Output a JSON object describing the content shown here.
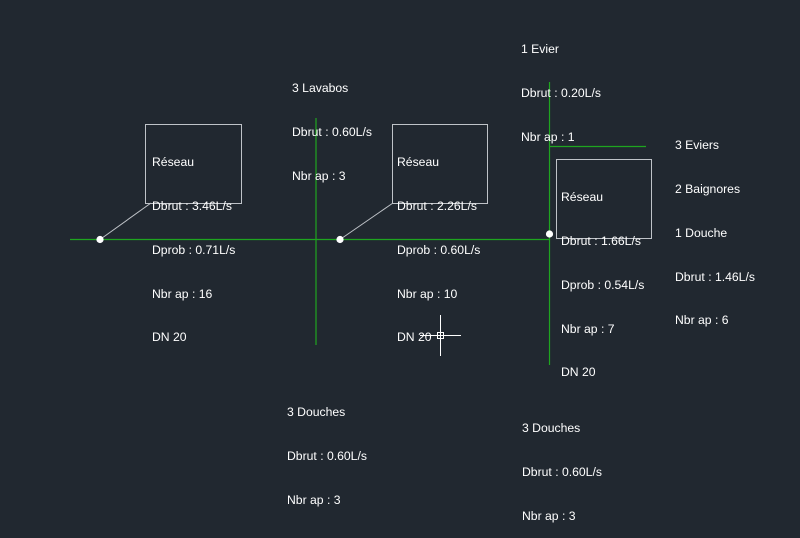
{
  "app": {
    "background": "#212830",
    "pipe_color": "#1fa51f",
    "text_color": "#ffffff",
    "frame_color": "#bfc3c8"
  },
  "labels": {
    "evier_top": [
      "1 Evier",
      "Dbrut : 0.20L/s",
      "Nbr ap : 1"
    ],
    "lavabos": [
      "3 Lavabos",
      "Dbrut : 0.60L/s",
      "Nbr ap : 3"
    ],
    "right_group": [
      "3 Eviers",
      "2 Baignores",
      "1 Douche",
      "Dbrut : 1.46L/s",
      "Nbr ap : 6"
    ],
    "douches_left": [
      "3 Douches",
      "Dbrut : 0.60L/s",
      "Nbr ap : 3"
    ],
    "douches_right": [
      "3 Douches",
      "Dbrut : 0.60L/s",
      "Nbr ap : 3"
    ]
  },
  "reseau_boxes": [
    [
      "Réseau",
      "Dbrut : 3.46L/s",
      "Dprob : 0.71L/s",
      "Nbr ap : 16",
      "DN 20"
    ],
    [
      "Réseau",
      "Dbrut : 2.26L/s",
      "Dprob : 0.60L/s",
      "Nbr ap : 10",
      "DN 20"
    ],
    [
      "Réseau",
      "Dbrut : 1.66L/s",
      "Dprob : 0.54L/s",
      "Nbr ap : 7",
      "DN 20"
    ]
  ],
  "cursor": {
    "icon": "crosshair-cursor-icon"
  }
}
